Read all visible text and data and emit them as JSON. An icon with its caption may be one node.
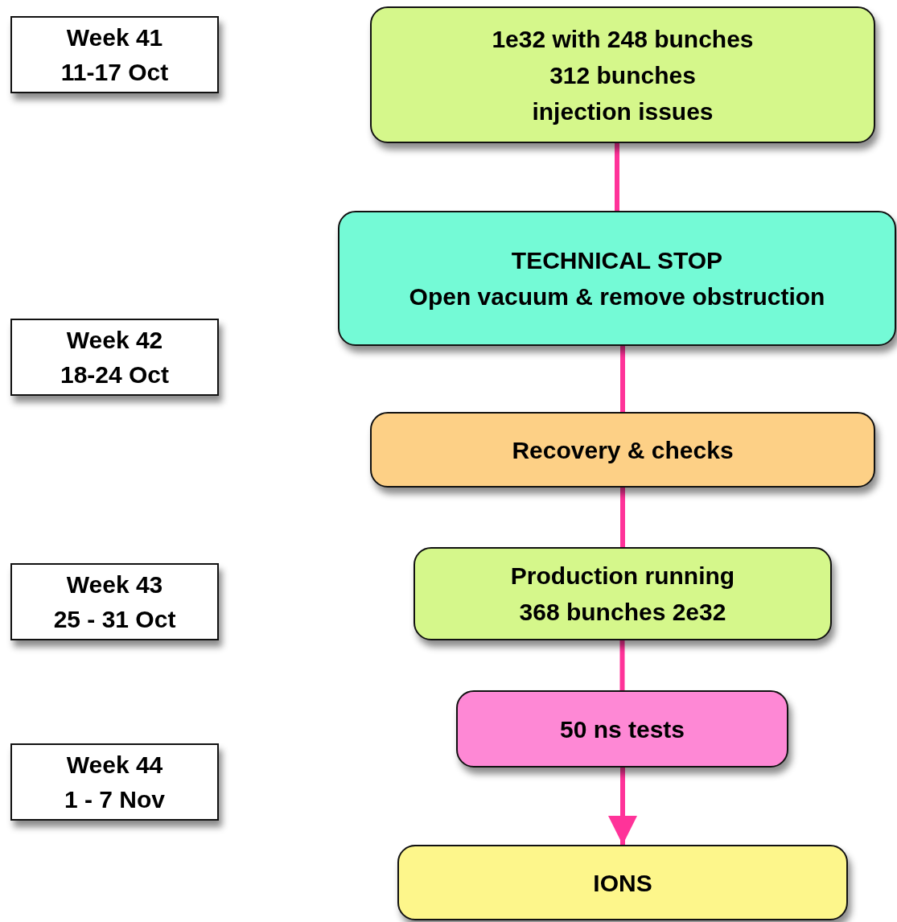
{
  "diagram": {
    "nodes": [
      {
        "text": [
          "1e32 with 248 bunches",
          "312 bunches",
          "injection issues"
        ]
      },
      {
        "text": [
          "TECHNICAL STOP",
          "Open vacuum & remove obstruction"
        ]
      },
      {
        "text": [
          "Recovery & checks"
        ]
      },
      {
        "text": [
          "Production running",
          "368 bunches 2e32"
        ]
      },
      {
        "text": [
          "50 ns tests"
        ]
      },
      {
        "text": [
          "IONS"
        ]
      },
      {
        "text": [
          "Week 41",
          "11-17 Oct"
        ]
      },
      {
        "text": [
          "Week 42",
          "18-24 Oct"
        ]
      },
      {
        "text": [
          "Week 43",
          "25 - 31 Oct"
        ]
      },
      {
        "text": [
          "Week 44",
          "1 - 7 Nov"
        ]
      }
    ],
    "edges": [
      {
        "from": 0,
        "to": 1,
        "arrow": "none"
      },
      {
        "from": 1,
        "to": 2,
        "arrow": "none"
      },
      {
        "from": 2,
        "to": 3,
        "arrow": "none"
      },
      {
        "from": 3,
        "to": 4,
        "arrow": "none"
      },
      {
        "from": 4,
        "to": 5,
        "arrow": "to"
      }
    ]
  }
}
